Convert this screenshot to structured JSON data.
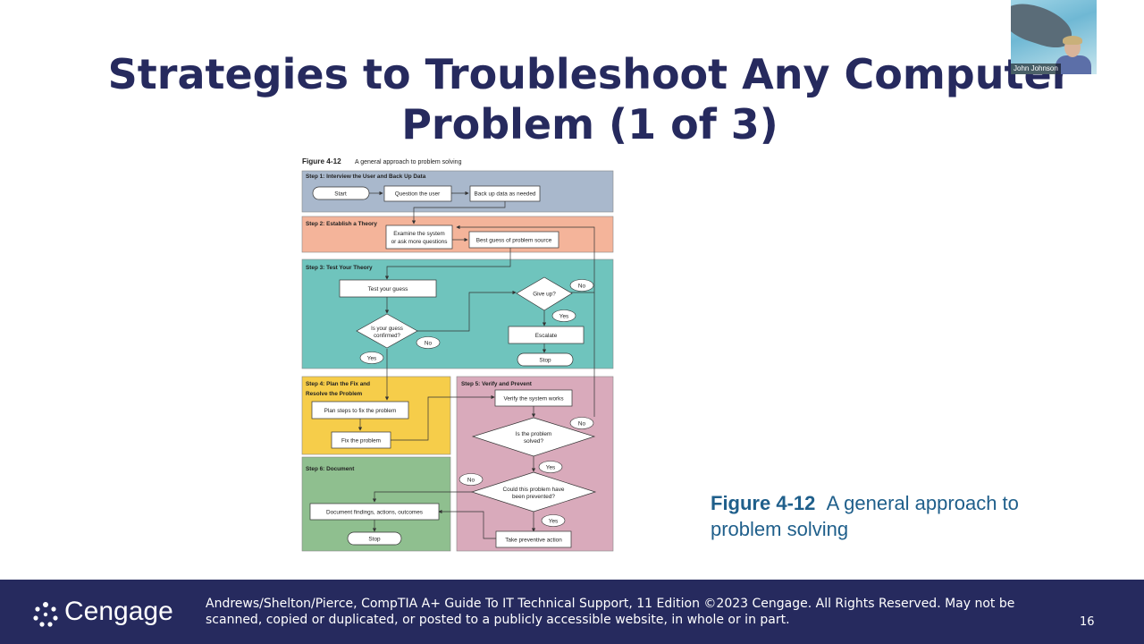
{
  "slide": {
    "title_line1": "Strategies to Troubleshoot Any Computer",
    "title_line2": "Problem (1 of 3)",
    "page_number": "16"
  },
  "video": {
    "name": "John Johnson"
  },
  "figure": {
    "label": "Figure 4-12",
    "title": "A general approach to problem solving",
    "steps": {
      "step1": "Step 1: Interview the User and Back Up Data",
      "step2": "Step 2: Establish a Theory",
      "step3": "Step 3: Test Your Theory",
      "step4_line1": "Step 4: Plan the Fix and",
      "step4_line2": "Resolve the Problem",
      "step5": "Step 5: Verify and Prevent",
      "step6": "Step 6: Document"
    },
    "nodes": {
      "start": "Start",
      "question_user": "Question the user",
      "backup": "Back up data as needed",
      "examine_line1": "Examine the system",
      "examine_line2": "or ask more questions",
      "best_guess": "Best guess of problem source",
      "test_guess": "Test your guess",
      "give_up": "Give up?",
      "confirmed_line1": "Is your guess",
      "confirmed_line2": "confirmed?",
      "escalate": "Escalate",
      "stop_escalate": "Stop",
      "plan_steps": "Plan steps to fix the problem",
      "fix": "Fix the problem",
      "verify": "Verify the system works",
      "solved_line1": "Is the problem",
      "solved_line2": "solved?",
      "prevented_line1": "Could this problem have",
      "prevented_line2": "been prevented?",
      "document": "Document findings, actions, outcomes",
      "stop_document": "Stop",
      "preventive": "Take preventive action"
    },
    "answers": {
      "yes": "Yes",
      "no": "No"
    },
    "colors": {
      "step1": "#a9b8cc",
      "step2": "#f4b49a",
      "step3": "#6fc4bd",
      "step4": "#f6cd4a",
      "step5": "#d9aabb",
      "step6": "#8fbf8f"
    }
  },
  "caption": {
    "label": "Figure 4-12",
    "text": "A general approach to problem solving"
  },
  "footer": {
    "brand": "Cengage",
    "copyright": "Andrews/Shelton/Pierce, CompTIA A+ Guide To IT Technical Support, 11 Edition ©2023 Cengage. All Rights Reserved. May not be scanned, copied or duplicated, or posted to a publicly accessible website, in whole or in part."
  }
}
